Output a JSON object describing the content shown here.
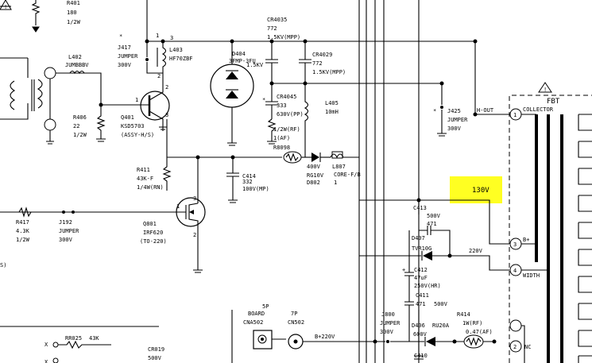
{
  "components": {
    "r401": {
      "ref": "R401",
      "value": "180",
      "rating": "1/2W"
    },
    "j417": {
      "star": "*",
      "ref": "J417",
      "value": "JUMPER",
      "rating": "300V"
    },
    "l403": {
      "ref": "L403",
      "value": "HF70ZBF"
    },
    "l402": {
      "ref": "L402",
      "value": "JUMBBBV"
    },
    "d404": {
      "ref": "D404",
      "value": "3FMP-3FU",
      "rating": "1.5KV"
    },
    "cr4035": {
      "ref": "CR4035",
      "value": "772",
      "rating": "1.5KV(MPP)"
    },
    "cr4029": {
      "ref": "CR4029",
      "value": "772",
      "rating": "1.5KV(MPP)"
    },
    "cr4045": {
      "star": "*",
      "ref": "CR4045",
      "value": "333",
      "rating": "630V(PP)"
    },
    "r406": {
      "ref": "R406",
      "value": "22",
      "rating": "1/2W"
    },
    "q401": {
      "ref": "Q401",
      "value": "KSD5703",
      "note": "(ASSY-H/S)"
    },
    "r4016": {
      "value": "1/2W(RF)",
      "note": "1(AF)"
    },
    "l405": {
      "ref": "L405",
      "value": "10mH"
    },
    "j425": {
      "star": "*",
      "ref": "J425",
      "value": "JUMPER",
      "rating": "300V"
    },
    "hout": {
      "label": "H-OUT"
    },
    "r8098": {
      "ref": "R8098"
    },
    "d802": {
      "rating": "400V",
      "value": "RG10V",
      "ref": "D802"
    },
    "l807": {
      "ref": "L807",
      "value": "CORE-F/B",
      "note": "1"
    },
    "r411": {
      "ref": "R411",
      "value": "43K-F",
      "rating": "1/4W(RN)"
    },
    "c414": {
      "ref": "C414",
      "value": "332",
      "rating": "100V(MP)"
    },
    "q801": {
      "ref": "Q801",
      "value": "IRF620",
      "note": "(TO-220)"
    },
    "r417": {
      "ref": "R417",
      "value": "4.3K",
      "rating": "1/2W"
    },
    "j192": {
      "ref": "J192",
      "value": "JUMPER",
      "rating": "300V"
    },
    "c413": {
      "ref": "C413",
      "value": "500V",
      "rating": "471"
    },
    "d407": {
      "ref": "D407",
      "value": "TVR10G"
    },
    "c412": {
      "ref": "C412",
      "value": "47uF",
      "rating": "250V(HR)"
    },
    "c411": {
      "ref": "C411",
      "value": "471",
      "rating": "500V"
    },
    "j800": {
      "ref": "J800",
      "value": "JUMPER",
      "rating": "300V"
    },
    "d406": {
      "ref": "D406",
      "value": "RU20A",
      "rating": "600V"
    },
    "r414": {
      "ref": "R414",
      "value": "1W(RF)",
      "rating": "0.47(AF)"
    },
    "c410": {
      "ref": "C410"
    },
    "rr025": {
      "ref": "RR025",
      "value": "43K"
    },
    "cr019": {
      "ref": "CR019",
      "value": "500V"
    }
  },
  "labels": {
    "voltage_130": "130V",
    "voltage_220": "220V",
    "b220": "B+220V",
    "board": "BOARD",
    "cn5p": "5P",
    "cna502": "CNA502",
    "cn7p": "7P",
    "cn502": "CN502",
    "fbt": "FBT",
    "collector": "COLLECTOR",
    "pin_b": "B+",
    "pin_width": "WIDTH",
    "pin_nc": "NC",
    "pin1": "1",
    "pin2": "2",
    "pin3": "3",
    "pin4": "4",
    "warn": "!",
    "s_partial": "S)",
    "x1": "X",
    "x2": "X",
    "q_pin1": "1",
    "q_pin2": "2",
    "q_pin3": "3",
    "l403_pin1": "1",
    "l403_pin2": "2",
    "l403_pin3": "3",
    "plus": "+"
  },
  "colors": {
    "highlight": "#ffff22",
    "ink": "#000000"
  }
}
